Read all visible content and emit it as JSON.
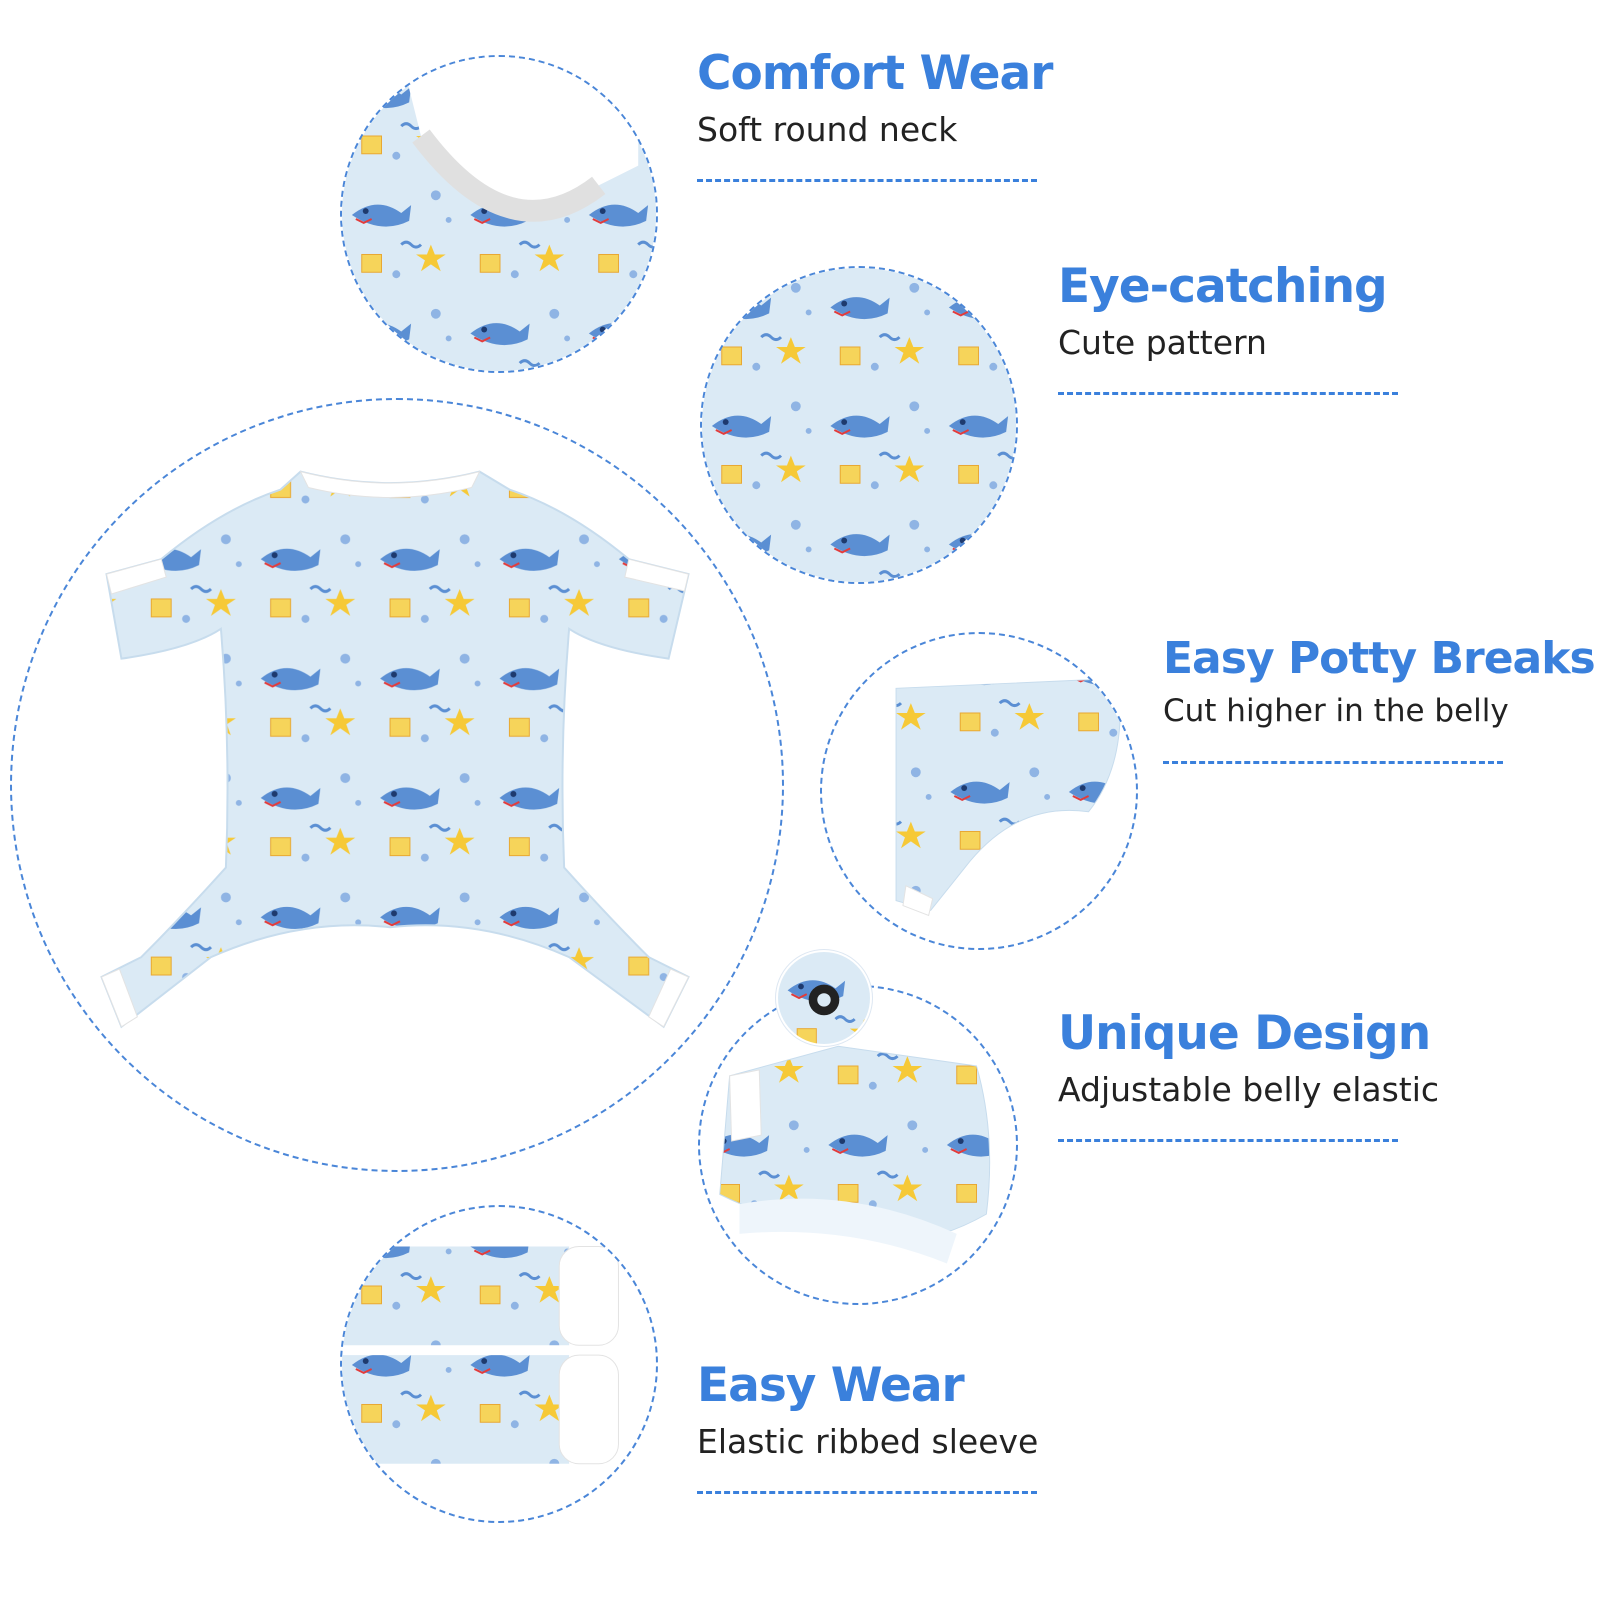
{
  "features": [
    {
      "title": "Comfort Wear",
      "subtitle": "Soft round neck"
    },
    {
      "title": "Eye-catching",
      "subtitle": "Cute pattern"
    },
    {
      "title": "Easy Potty Breaks",
      "subtitle": "Cut higher in the belly"
    },
    {
      "title": "Unique Design",
      "subtitle": "Adjustable belly elastic"
    },
    {
      "title": "Easy Wear",
      "subtitle": "Elastic ribbed sleeve"
    }
  ],
  "colors": {
    "accent": "#3a80dc",
    "fabric": "#dbeaf5",
    "shark": "#5b8fd3",
    "star": "#f6c937",
    "rib": "#ffffff"
  }
}
